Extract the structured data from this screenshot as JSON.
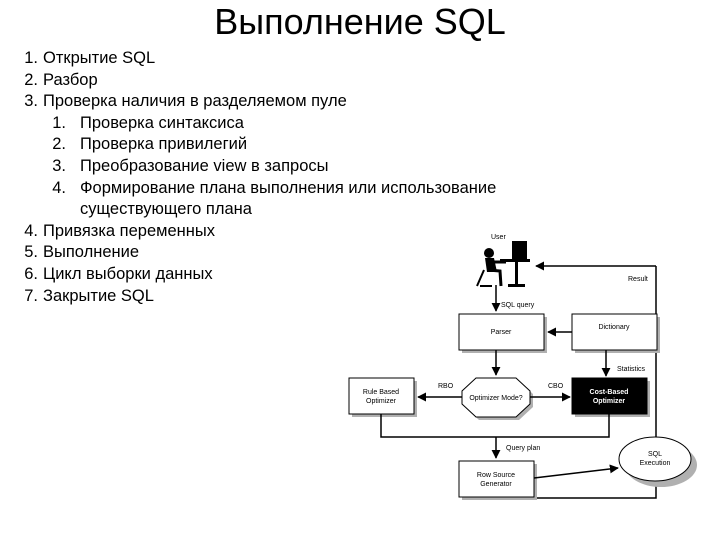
{
  "title": "Выполнение SQL",
  "outline": [
    {
      "num": "1.",
      "text": "Открытие SQL"
    },
    {
      "num": "2.",
      "text": "Разбор"
    },
    {
      "num": "3.",
      "text": "Проверка наличия в разделяемом пуле"
    },
    {
      "num": "1.",
      "text": "Проверка синтаксиса"
    },
    {
      "num": "2.",
      "text": "Проверка привилегий"
    },
    {
      "num": "3.",
      "text": "Преобразование view в запросы"
    },
    {
      "num": "4.",
      "text": "Формирование плана выполнения или использование"
    },
    {
      "num": "",
      "text": "существующего плана"
    },
    {
      "num": "4.",
      "text": "Привязка переменных"
    },
    {
      "num": "5.",
      "text": "Выполнение"
    },
    {
      "num": "6.",
      "text": "Цикл выборки данных"
    },
    {
      "num": "7.",
      "text": "Закрытие SQL"
    }
  ],
  "diagram": {
    "user": "User",
    "result": "Result",
    "sql_query": "SQL query",
    "parser": "Parser",
    "dictionary": "Dictionary",
    "statistics": "Statistics",
    "rbo": "RBO",
    "cbo": "CBO",
    "rule_based": "Rule Based",
    "optimizer": "Optimizer",
    "optimizer_mode": "Optimizer Mode?",
    "cost_based": "Cost-Based",
    "query_plan": "Query plan",
    "row_source": "Row Source",
    "generator": "Generator",
    "sql": "SQL",
    "execution": "Execution"
  },
  "colors": {
    "ink": "#000000",
    "panel": "#ffffff",
    "shadow": "#b0b0b0",
    "cbo_fill": "#000000"
  }
}
